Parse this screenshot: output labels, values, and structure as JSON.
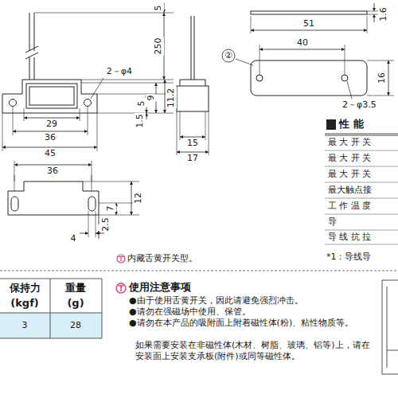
{
  "diagram": {
    "labels": [
      "5",
      "250",
      "2－φ4",
      "5",
      "9",
      "11.2",
      "1.5",
      "29",
      "36",
      "45",
      "15",
      "17",
      "36",
      "7",
      "12",
      "2.5",
      "4",
      "内藏舌黄开关型。",
      "51",
      "1.6",
      "40",
      "②",
      "16",
      "2－φ3.5",
      "性 能",
      "最 大 开 关",
      "最 大 开 关",
      "最 大 开 关",
      "最大触点接",
      "工 作 温 度",
      "导",
      "导 线 抗 拉",
      "*1：导线导",
      "保持力",
      "(kgf)",
      "重量",
      "(g)",
      "3",
      "28",
      "使用注意事项",
      "●由于使用舌黄开关，因此请避免强烈冲击。",
      "●请勿在强磁场中使用、保管。",
      "●请勿在本产品的吸附面上附着磁性体(粉)、粘性物质等。",
      "如果需要安装在非磁性体(木材、树脂、玻璃、铝等)上，请在安装面上安装支承板(附件)或同等磁性体。"
    ]
  }
}
